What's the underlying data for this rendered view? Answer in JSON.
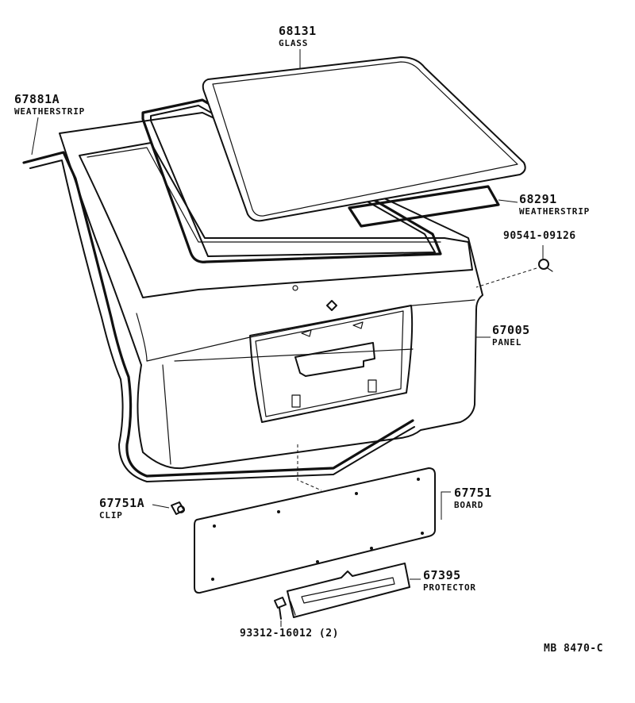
{
  "diagram_ref": "MB  8470-C",
  "parts": {
    "glass": {
      "number": "68131",
      "name": "GLASS"
    },
    "weatherstrip_door": {
      "number": "67881A",
      "name": "WEATHERSTRIP"
    },
    "weatherstrip_glass": {
      "number": "68291",
      "name": "WEATHERSTRIP"
    },
    "grommet": {
      "number": "90541-09126"
    },
    "panel": {
      "number": "67005",
      "name": "PANEL"
    },
    "board": {
      "number": "67751",
      "name": "BOARD"
    },
    "clip": {
      "number": "67751A",
      "name": "CLIP"
    },
    "protector": {
      "number": "67395",
      "name": "PROTECTOR"
    },
    "screw": {
      "number": "93312-16012 (2)"
    }
  }
}
